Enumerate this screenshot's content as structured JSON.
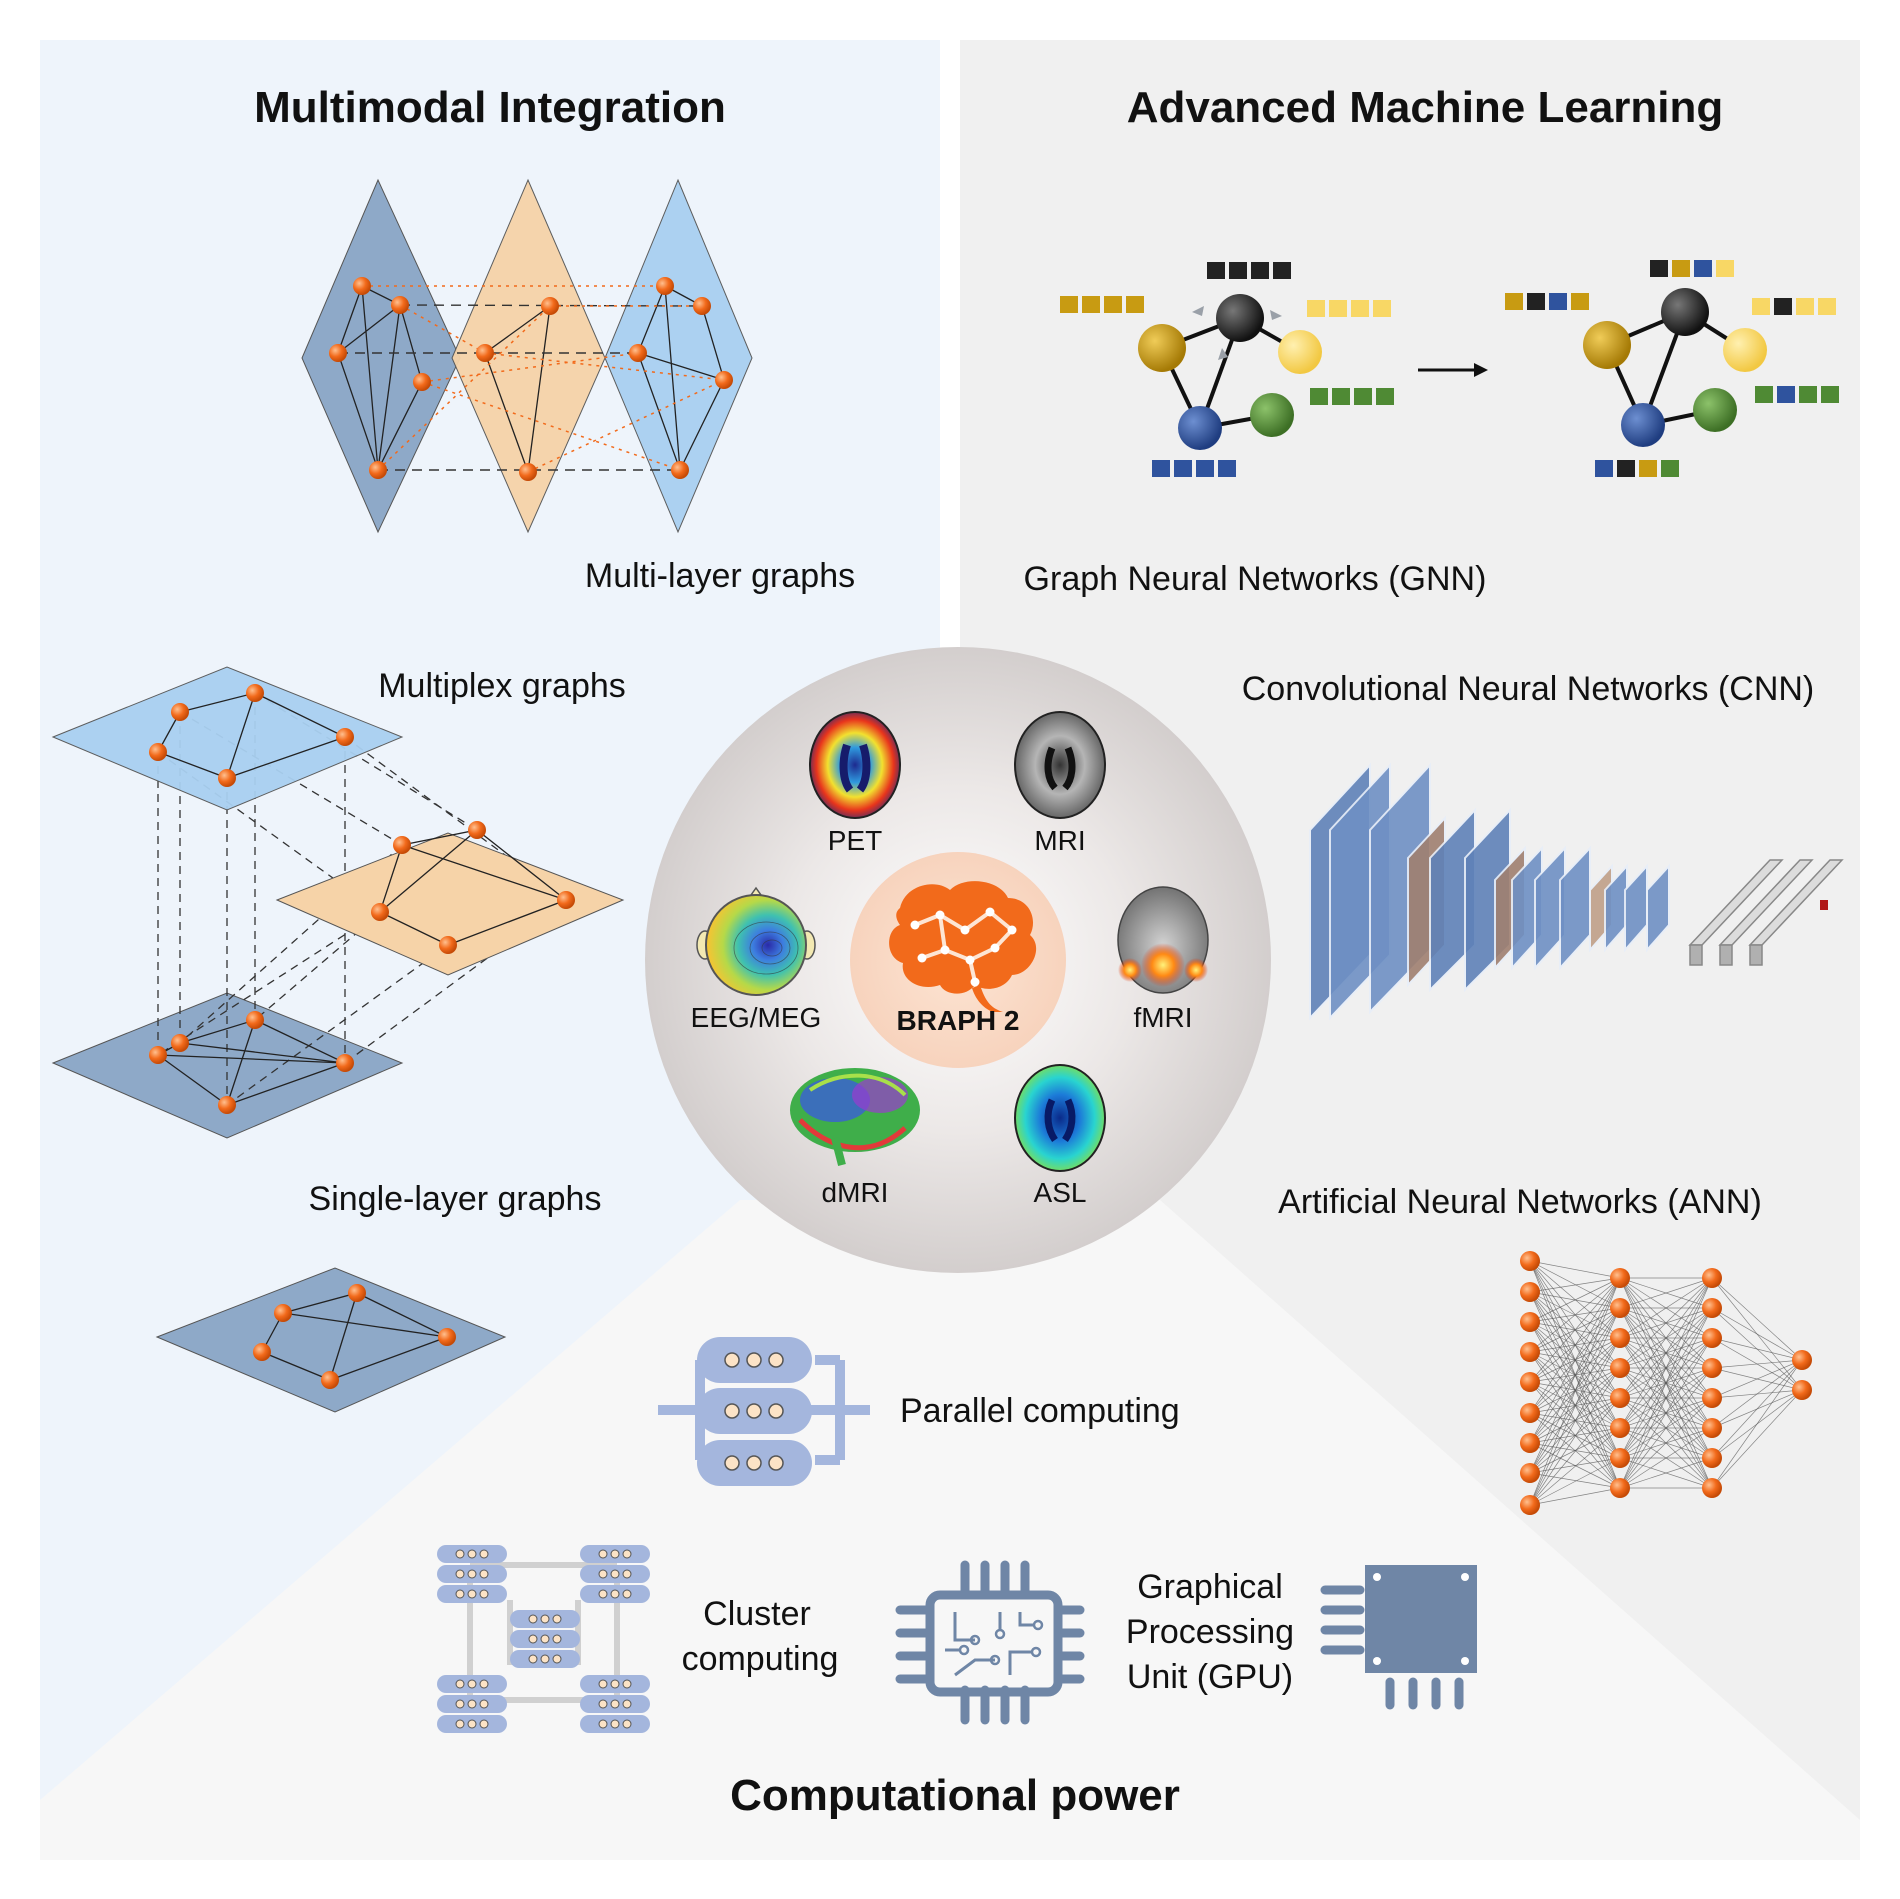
{
  "sections": {
    "multimodal_title": "Multimodal Integration",
    "ml_title": "Advanced Machine Learning",
    "compute_title": "Computational power"
  },
  "graphs": {
    "multilayer": "Multi-layer graphs",
    "multiplex": "Multiplex graphs",
    "singlelayer": "Single-layer graphs"
  },
  "ml": {
    "gnn": "Graph Neural Networks (GNN)",
    "cnn": "Convolutional Neural Networks (CNN)",
    "ann": "Artificial Neural Networks (ANN)"
  },
  "compute": {
    "parallel": "Parallel computing",
    "cluster_line1": "Cluster",
    "cluster_line2": "computing",
    "gpu_line1": "Graphical",
    "gpu_line2": "Processing",
    "gpu_line3": "Unit (GPU)"
  },
  "center": {
    "title": "BRAPH 2",
    "modalities": [
      "PET",
      "MRI",
      "EEG/MEG",
      "fMRI",
      "dMRI",
      "ASL"
    ]
  },
  "colors": {
    "node_orange": "#f26a1b",
    "layer_dark": "#8ea9c8",
    "layer_peach": "#f6d3a8",
    "layer_light": "#a9d0f1",
    "gnn_gold": "#c89b12",
    "gnn_yellow": "#f8d765",
    "gnn_green": "#4f8a34",
    "gnn_blue": "#2f539e",
    "gnn_black": "#222222",
    "icon_blue": "#a4b6dd",
    "chip_gray": "#6f86a6"
  }
}
